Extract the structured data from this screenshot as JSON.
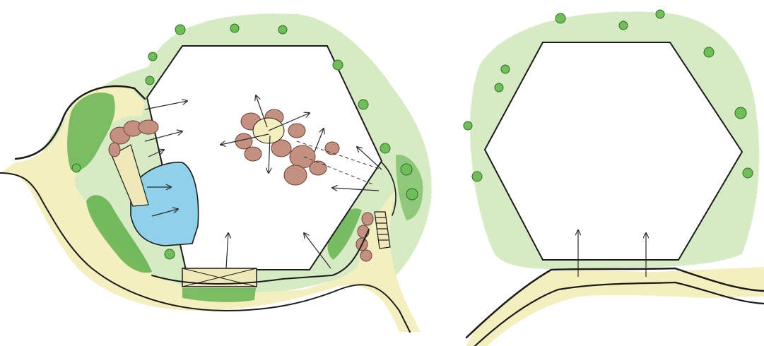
{
  "figure": {
    "panels": [
      {
        "id": "left-plan",
        "features": [
          "hexagon-clearing",
          "pond",
          "path",
          "boulders",
          "shrubs",
          "stair",
          "bridge-platform"
        ]
      },
      {
        "id": "right-plan",
        "features": [
          "hexagon-clearing",
          "path",
          "shrubs"
        ]
      }
    ],
    "colors": {
      "grass": "#cfe8b9",
      "grass_dark": "#5fb04a",
      "path": "#f4efbf",
      "water": "#8fd0ea",
      "boulder": "#c49080",
      "ink": "#1b1b1b"
    }
  }
}
